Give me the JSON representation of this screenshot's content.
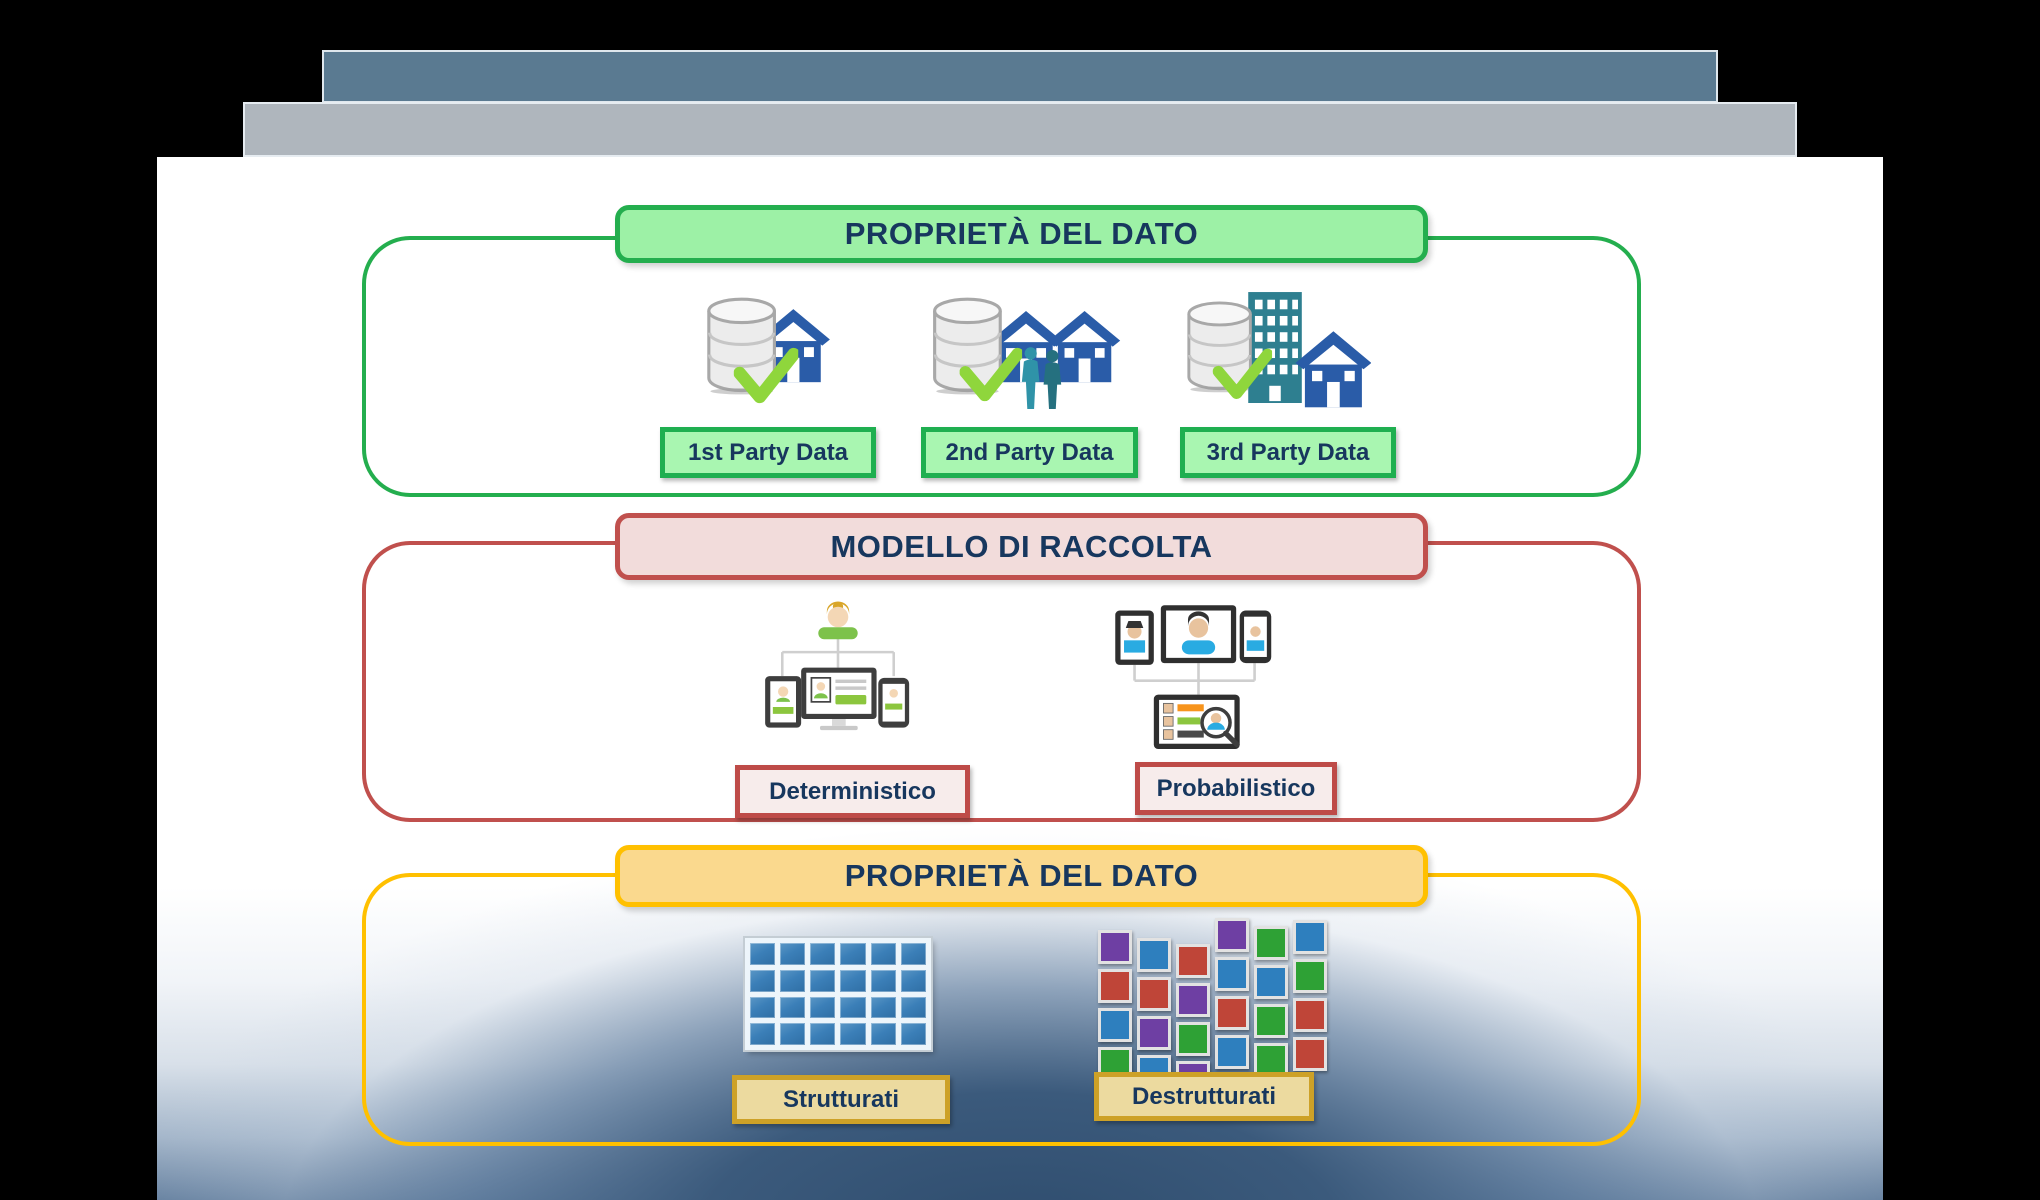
{
  "sections": [
    {
      "id": "data-ownership-top",
      "title": "PROPRIETÀ DEL DATO",
      "accent_color": "#24AE4E",
      "items": [
        {
          "label": "1st Party Data",
          "icon": "database-house-icon"
        },
        {
          "label": "2nd Party Data",
          "icon": "database-houses-people-icon"
        },
        {
          "label": "3rd Party Data",
          "icon": "database-office-house-icon"
        }
      ]
    },
    {
      "id": "collection-model",
      "title": "MODELLO DI RACCOLTA",
      "accent_color": "#C0504D",
      "items": [
        {
          "label": "Deterministico",
          "icon": "person-devices-icon"
        },
        {
          "label": "Probabilistico",
          "icon": "devices-analysis-icon"
        }
      ]
    },
    {
      "id": "data-structure-bottom",
      "title": "PROPRIETÀ DEL DATO",
      "accent_color": "#FFC000",
      "items": [
        {
          "label": "Strutturati",
          "icon": "structured-grid-icon"
        },
        {
          "label": "Destrutturati",
          "icon": "unstructured-grid-icon"
        }
      ]
    }
  ],
  "grids": {
    "structured": {
      "rows": 4,
      "cols": 6,
      "tile_color": "#3B7FB8"
    },
    "unstructured": {
      "rows": 4,
      "cols": 6,
      "palette": {
        "P": "#6E3FA3",
        "B": "#2E7FBE",
        "R": "#BF4538",
        "G": "#2EA135"
      },
      "tile_colors_by_row": [
        [
          "P",
          "B",
          "R",
          "P",
          "G",
          "B"
        ],
        [
          "R",
          "R",
          "P",
          "B",
          "B",
          "G"
        ],
        [
          "B",
          "P",
          "G",
          "R",
          "G",
          "R"
        ],
        [
          "G",
          "B",
          "P",
          "B",
          "G",
          "R"
        ]
      ]
    }
  },
  "colors": {
    "top_bar_primary": "#5A7A91",
    "top_bar_secondary": "#AFB6BD",
    "title_text": "#17375E",
    "check_green": "#8FD63C",
    "house_blue": "#2A5CA8",
    "office_teal": "#2E7F90",
    "slide_bottom_gradient": "#2E4C6D"
  }
}
